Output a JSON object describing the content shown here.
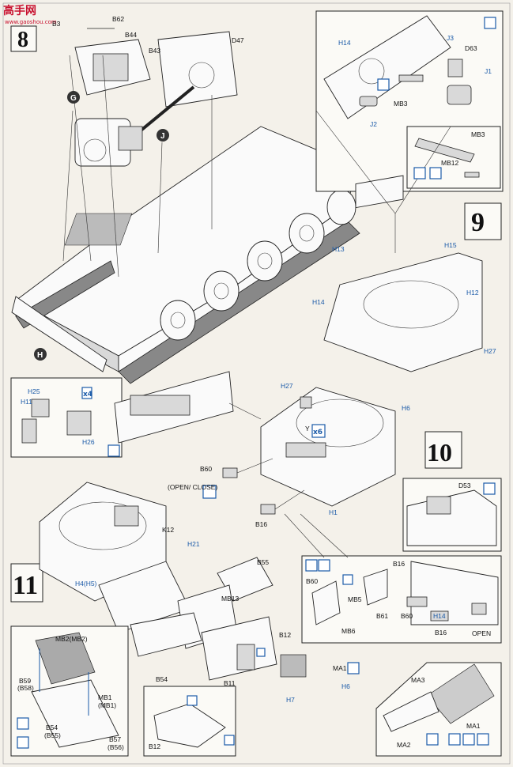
{
  "header": {
    "logo_text": "高手网",
    "logo_url": "www.gaoshou.com"
  },
  "steps": {
    "s8": "8",
    "s9": "9",
    "s10": "10",
    "s11": "11"
  },
  "callouts": {
    "g": "G",
    "j": "J",
    "h": "H"
  },
  "step8_labels": {
    "b3": "B3",
    "b62": "B62",
    "b44": "B44",
    "b43": "B43",
    "d47": "D47"
  },
  "step9_labels": {
    "h14a": "H14",
    "j3": "J3",
    "d63": "D63",
    "j1": "J1",
    "mb3a": "MB3",
    "j2": "J2",
    "mb3b": "MB3",
    "mb12": "MB12",
    "h13": "H13",
    "h15": "H15",
    "h12": "H12",
    "h14b": "H14",
    "h27": "H27"
  },
  "step10_labels": {
    "h25": "H25",
    "x4": "x4",
    "h11": "H11",
    "h26": "H26",
    "h27": "H27",
    "h6": "H6",
    "y": "Y",
    "x6": "x6",
    "h1": "H1",
    "b60": "B60",
    "open_close": "(OPEN/ CLOSE)",
    "b16": "B16",
    "d53": "D53",
    "b60b": "B60",
    "mb5": "MB5",
    "b16b": "B16",
    "mb6": "MB6",
    "b61": "B61",
    "b60c": "B60",
    "h14": "H14",
    "b16c": "B16",
    "open": "OPEN"
  },
  "step11_labels": {
    "k12": "K12",
    "h21": "H21",
    "h4": "H4(H5)",
    "b55": "B55",
    "mb13": "MB13",
    "b12": "B12",
    "b54": "B54",
    "b11": "B11",
    "ma1": "MA1",
    "h6": "H6",
    "h7": "H7",
    "mb2": "MB2(MB2)",
    "b59": "B59",
    "b58": "(B58)",
    "mb1": "MB1",
    "mb1b": "(MB1)",
    "b54b": "B54",
    "b55b": "(B55)",
    "b57": "B57",
    "b56": "(B56)",
    "b12b": "B12",
    "ma3": "MA3",
    "ma1b": "MA1",
    "ma2": "MA2"
  }
}
